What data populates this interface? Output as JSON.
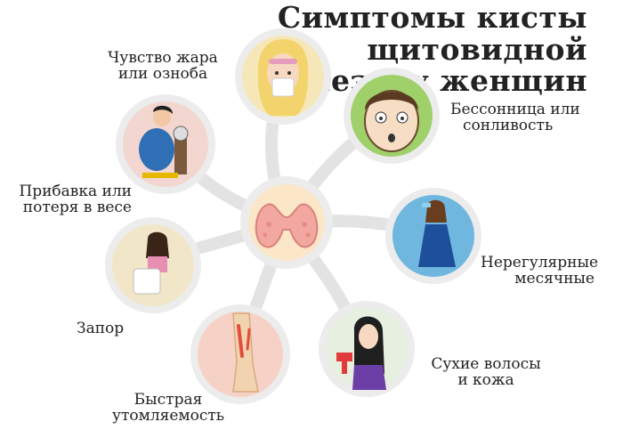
{
  "title": {
    "line1": "Симптомы кисты щитовидной",
    "line2": "железы у женщин"
  },
  "center": {
    "icon": "thyroid-gland-icon"
  },
  "symptoms": [
    {
      "id": "heat",
      "label_line1": "Чувство жара",
      "label_line2": "или озноба",
      "icon": "woman-with-tissue-icon",
      "bg": "#f6e7b8"
    },
    {
      "id": "insomnia",
      "label_line1": "Бессонница или",
      "label_line2": "сонливость",
      "icon": "tired-face-icon",
      "bg": "#9fd06a"
    },
    {
      "id": "weight",
      "label_line1": "Прибавка или",
      "label_line2": "потеря в весе",
      "icon": "woman-on-scale-icon",
      "bg": "#f3d6d0"
    },
    {
      "id": "irregular",
      "label_line1": "Нерегулярные",
      "label_line2": "месячные",
      "icon": "woman-holding-belly-icon",
      "bg": "#6fb7df"
    },
    {
      "id": "constipation",
      "label_line1": "Запор",
      "label_line2": "",
      "icon": "woman-on-toilet-icon",
      "bg": "#f1e7c8"
    },
    {
      "id": "dry",
      "label_line1": "Сухие волосы",
      "label_line2": "и кожа",
      "icon": "woman-with-hairdryer-icon",
      "bg": "#e7efe0"
    },
    {
      "id": "fatigue",
      "label_line1": "Быстрая",
      "label_line2": "утомляемость",
      "icon": "leg-pain-icon",
      "bg": "#f6d2c6"
    }
  ]
}
